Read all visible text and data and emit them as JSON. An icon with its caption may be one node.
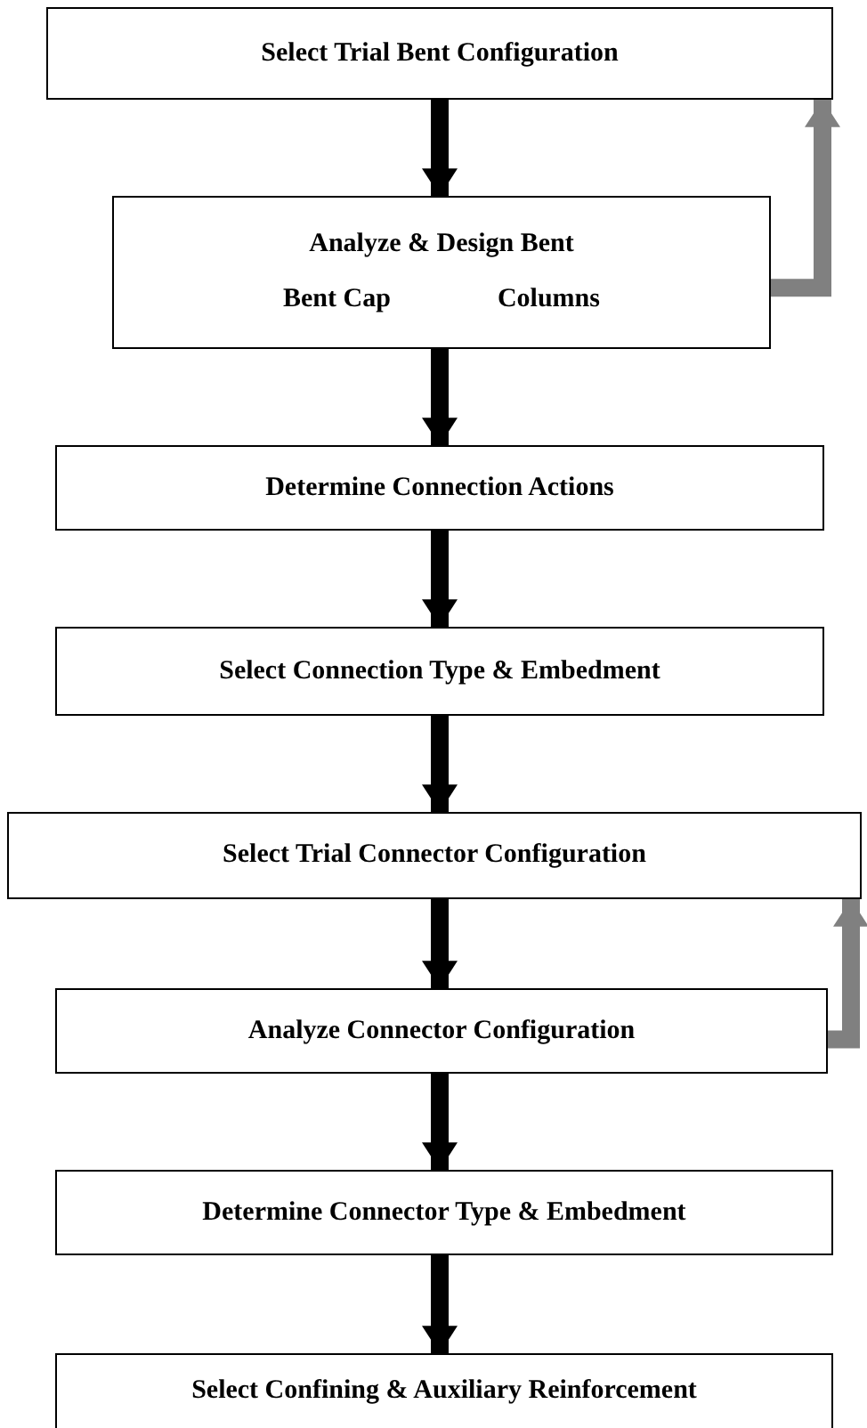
{
  "diagram": {
    "nodes": [
      {
        "text": [
          "Select Trial Bent Configuration"
        ]
      },
      {
        "text": [
          "Analyze & Design Bent",
          "Bent Cap",
          "Columns"
        ]
      },
      {
        "text": [
          "Determine Connection Actions"
        ]
      },
      {
        "text": [
          "Select Connection Type & Embedment"
        ]
      },
      {
        "text": [
          "Select Trial Connector Configuration"
        ]
      },
      {
        "text": [
          "Analyze Connector Configuration"
        ]
      },
      {
        "text": [
          "Determine Connector Type & Embedment"
        ]
      },
      {
        "text": [
          "Select Confining & Auxiliary Reinforcement"
        ]
      }
    ],
    "edges": [
      {
        "from": 0,
        "to": 1,
        "arrow": "to"
      },
      {
        "from": 1,
        "to": 0,
        "arrow": "to",
        "color": "#808080"
      },
      {
        "from": 1,
        "to": 2,
        "arrow": "to"
      },
      {
        "from": 2,
        "to": 3,
        "arrow": "to"
      },
      {
        "from": 3,
        "to": 4,
        "arrow": "to"
      },
      {
        "from": 4,
        "to": 5,
        "arrow": "to"
      },
      {
        "from": 5,
        "to": 4,
        "arrow": "to",
        "color": "#808080"
      },
      {
        "from": 5,
        "to": 6,
        "arrow": "to"
      },
      {
        "from": 6,
        "to": 7,
        "arrow": "to"
      }
    ]
  }
}
